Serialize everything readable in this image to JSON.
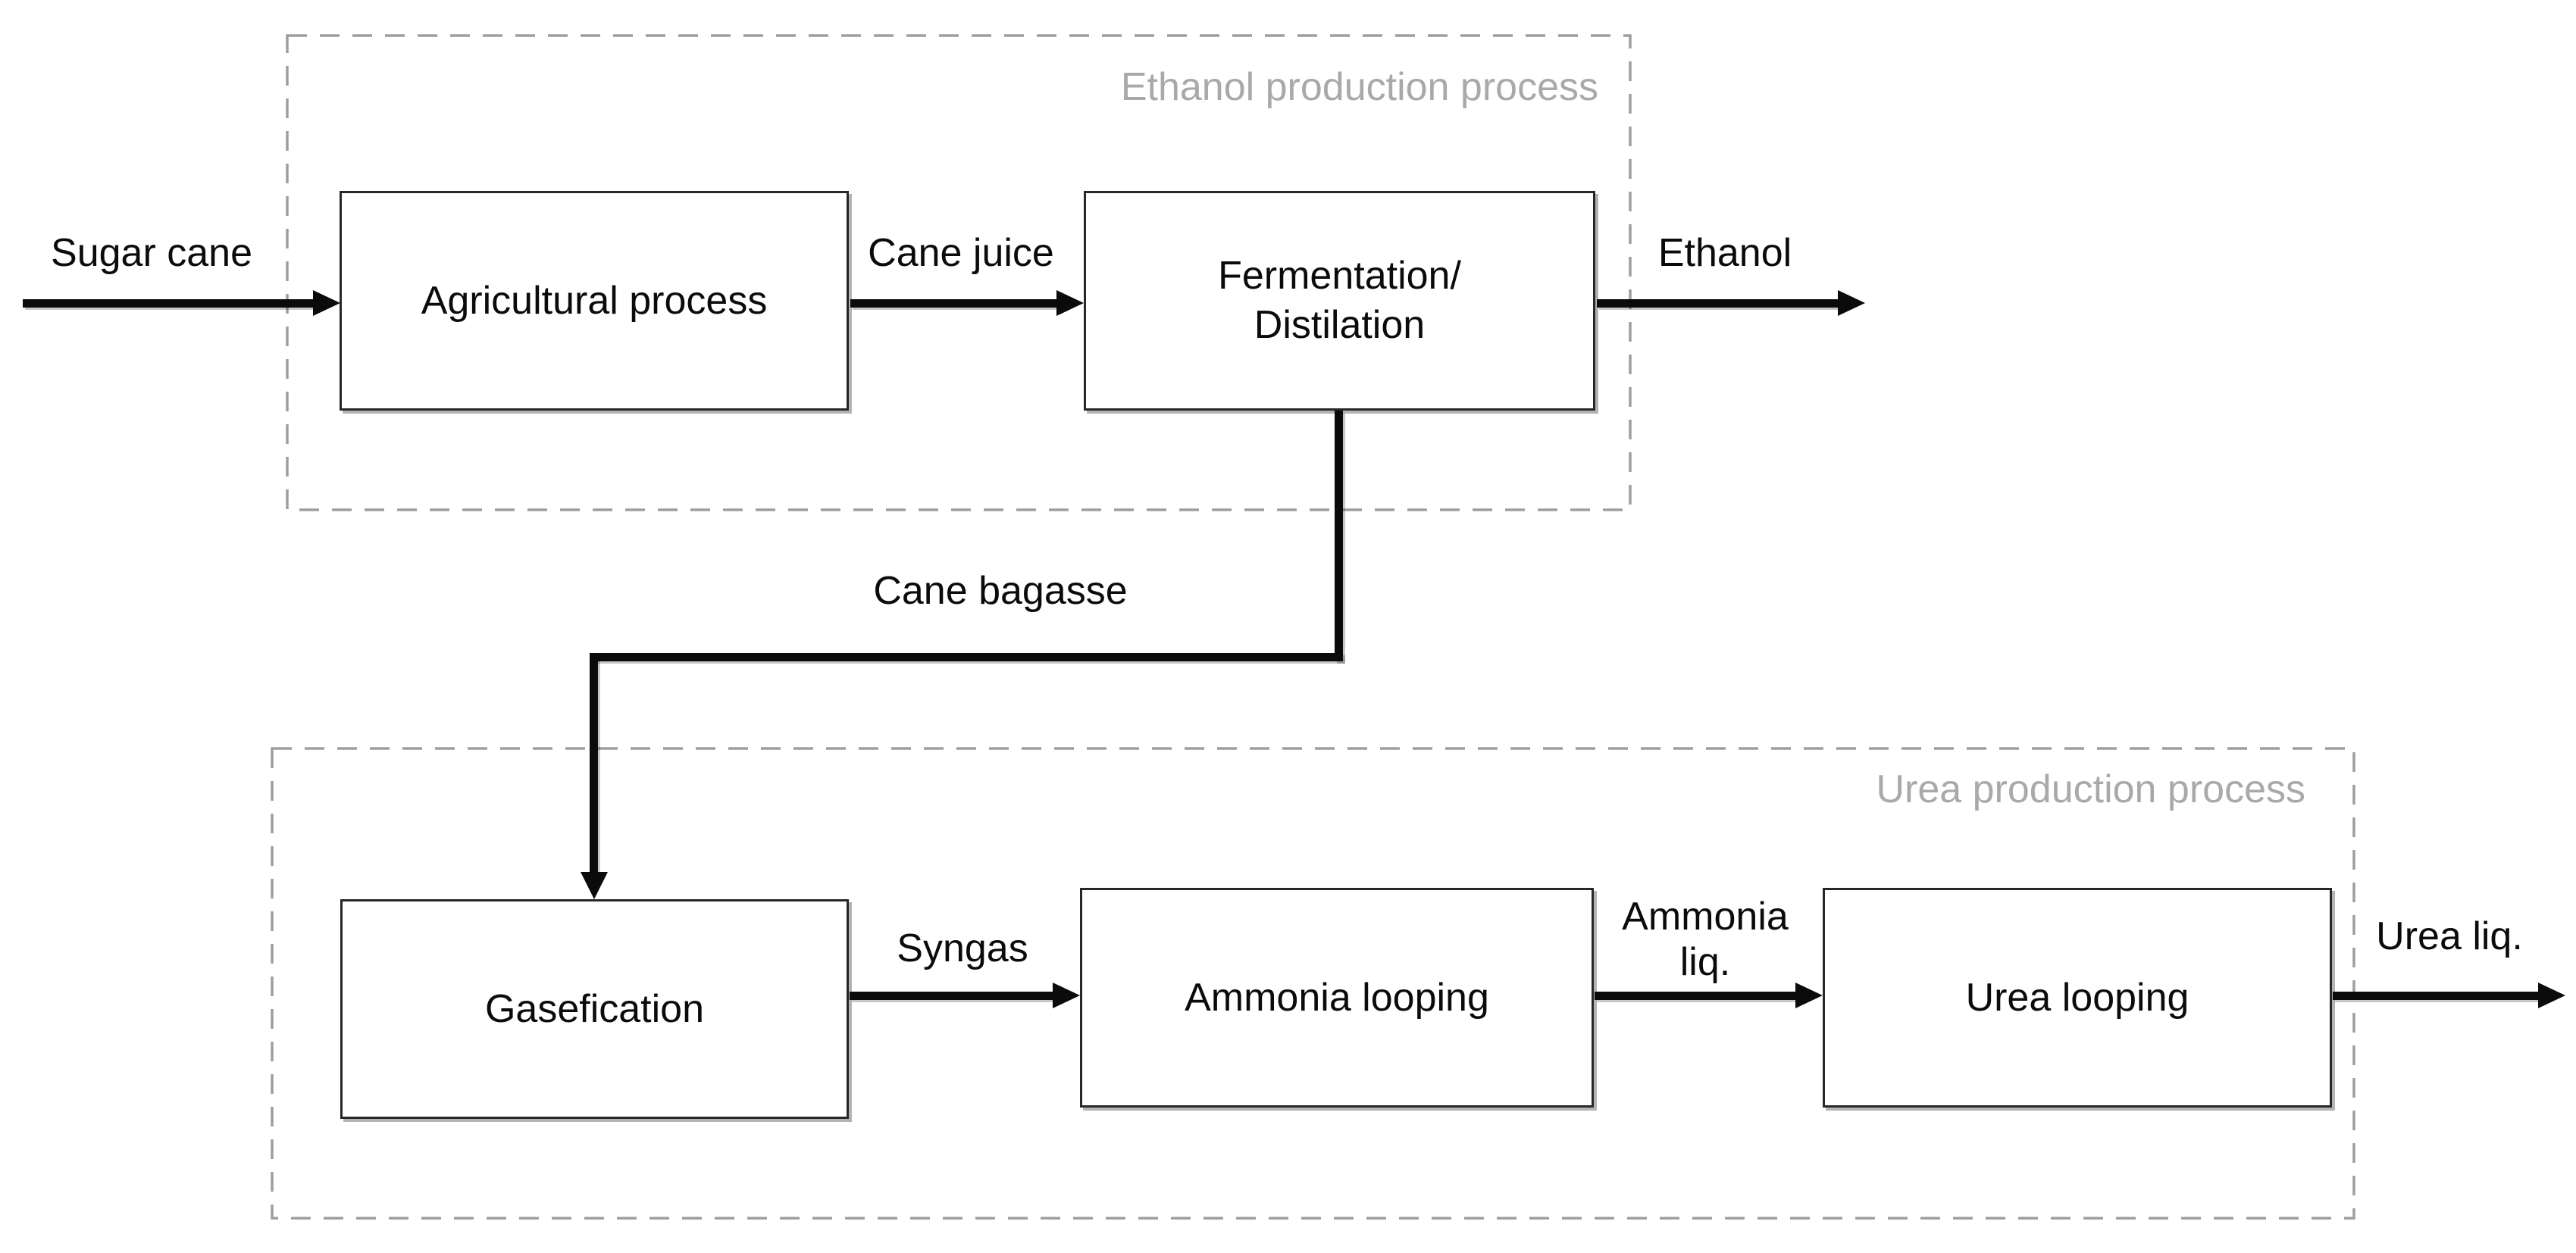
{
  "colors": {
    "line": "#0b0b0b",
    "box_border": "#272727",
    "box_fill": "#ffffff",
    "group_border": "#9e9e9e",
    "group_label": "#a9a9a9",
    "background": "#ffffff",
    "shadow": "#b4b4b4"
  },
  "groups": {
    "ethanol": {
      "label": "Ethanol production process"
    },
    "urea": {
      "label": "Urea production process"
    }
  },
  "nodes": {
    "agricultural": {
      "label": "Agricultural process"
    },
    "fermentation": {
      "label": "Fermentation/\nDistilation"
    },
    "gasefication": {
      "label": "Gasefication"
    },
    "ammonia_looping": {
      "label": "Ammonia looping"
    },
    "urea_looping": {
      "label": "Urea looping"
    }
  },
  "flows": {
    "sugar_cane": {
      "label": "Sugar cane"
    },
    "cane_juice": {
      "label": "Cane juice"
    },
    "ethanol": {
      "label": "Ethanol"
    },
    "cane_bagasse": {
      "label": "Cane bagasse"
    },
    "syngas": {
      "label": "Syngas"
    },
    "ammonia_liq": {
      "label": "Ammonia\nliq."
    },
    "urea_liq": {
      "label": "Urea liq."
    }
  }
}
